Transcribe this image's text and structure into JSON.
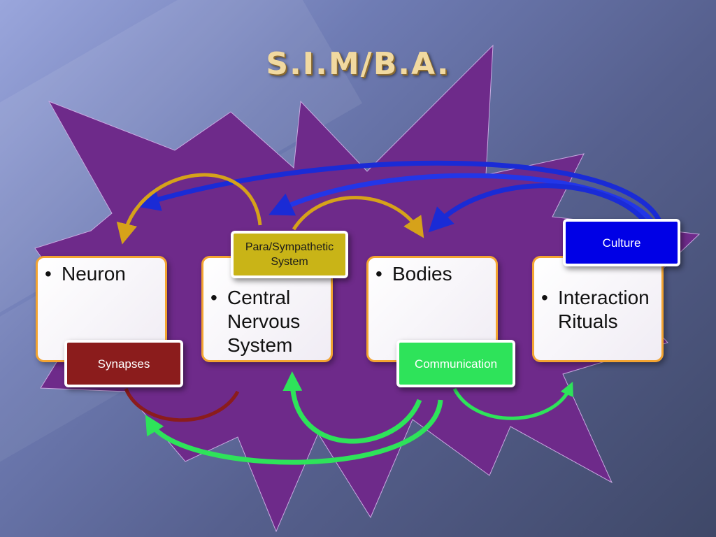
{
  "title": "S.I.M/B.A.",
  "cards": [
    {
      "text": "Neuron"
    },
    {
      "text": "Central Nervous System"
    },
    {
      "text": "Bodies"
    },
    {
      "text": "Interaction Rituals"
    }
  ],
  "bullet_glyph": "•",
  "tags": {
    "synapses": "Synapses",
    "para": "Para/Sympathetic System",
    "communication": "Communication",
    "culture": "Culture"
  },
  "colors": {
    "burst": "#6e2a8a",
    "card_border": "#f3a431",
    "synapses_tag": "#8b1c1c",
    "para_tag": "#c9b417",
    "communication_tag": "#2ee35a",
    "culture_tag": "#0000e6",
    "arrow_gold": "#d6a21a",
    "arrow_blue": "#1a2bd6",
    "arrow_green": "#2ee35a",
    "arrow_red": "#8b1c1c"
  }
}
